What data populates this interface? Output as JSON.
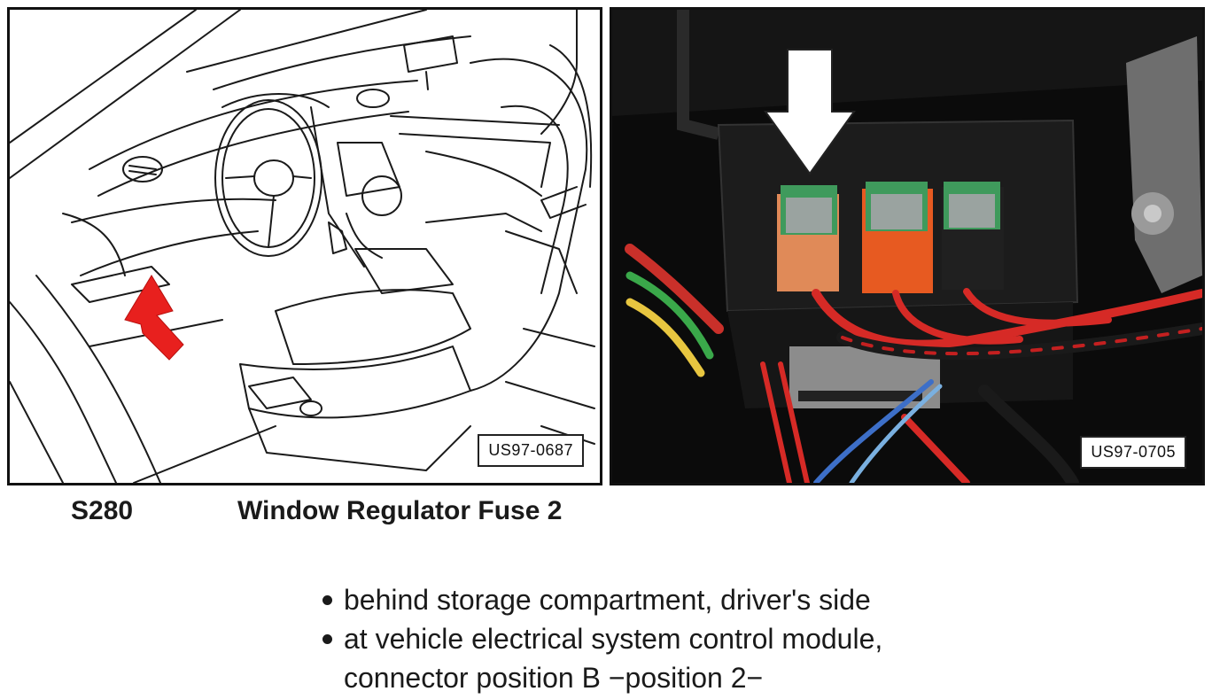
{
  "figures": {
    "left": {
      "label": "US97-0687"
    },
    "right": {
      "label": "US97-0705"
    }
  },
  "caption": {
    "code": "S280",
    "title": "Window Regulator Fuse 2"
  },
  "locations": [
    {
      "line1": "behind storage compartment, driver's side",
      "line2": ""
    },
    {
      "line1": "at vehicle electrical system control module,",
      "line2": "connector position B −position 2−"
    }
  ],
  "colors": {
    "callout_arrow_left": "#e8201e",
    "callout_arrow_right": "#ffffff",
    "fuse_body_green": "#3f9a5c",
    "connector_salmon": "#e08a58",
    "connector_orange": "#e75a21",
    "wire_red": "#d62a26"
  }
}
